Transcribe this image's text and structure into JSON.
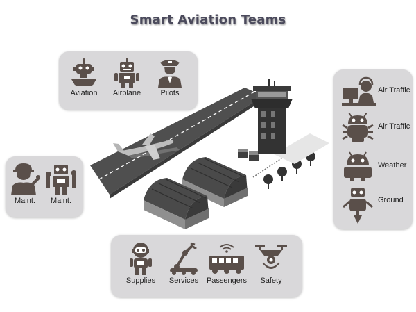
{
  "title": "Smart Aviation Teams",
  "colors": {
    "icon": "#5a4f4a",
    "panel": "#d9d8da",
    "title": "#4b4a5c"
  },
  "groups": {
    "top": [
      {
        "label": "Aviation",
        "icon": "robot-boat-icon"
      },
      {
        "label": "Airplane",
        "icon": "robot-icon"
      },
      {
        "label": "Pilots",
        "icon": "pilot-icon"
      }
    ],
    "left": [
      {
        "label": "Maint.",
        "icon": "mechanic-icon"
      },
      {
        "label": "Maint.",
        "icon": "robot-tools-icon"
      }
    ],
    "right": [
      {
        "label": "Air Traffic",
        "icon": "controller-icon"
      },
      {
        "label": "Air Traffic",
        "icon": "bug-robot-icon"
      },
      {
        "label": "Weather",
        "icon": "android-robot-icon"
      },
      {
        "label": "Ground",
        "icon": "unicycle-robot-icon"
      }
    ],
    "bottom": [
      {
        "label": "Supplies",
        "icon": "astronaut-robot-icon"
      },
      {
        "label": "Services",
        "icon": "robot-arm-icon"
      },
      {
        "label": "Passengers",
        "icon": "shuttle-bus-icon"
      },
      {
        "label": "Safety",
        "icon": "drone-icon"
      }
    ]
  }
}
